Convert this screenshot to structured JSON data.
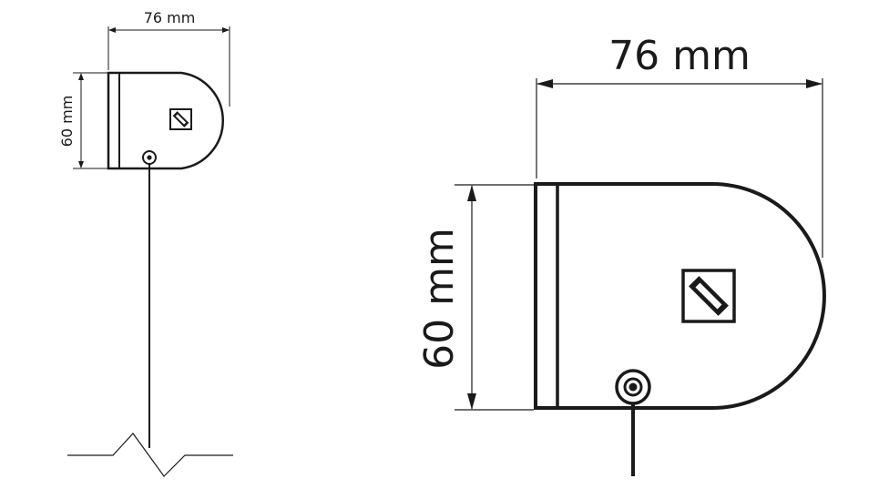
{
  "small_view": {
    "width_label": "76 mm",
    "height_label": "60 mm"
  },
  "large_view": {
    "width_label": "76 mm",
    "height_label": "60 mm"
  },
  "colors": {
    "line": "#1a1a1a",
    "background": "#ffffff"
  }
}
